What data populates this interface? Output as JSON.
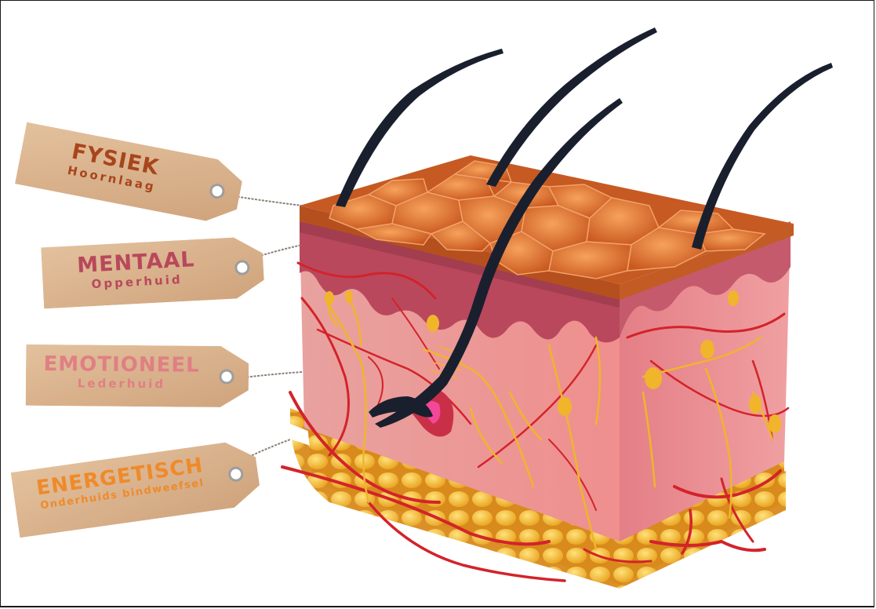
{
  "labels": [
    {
      "title": "FYSIEK",
      "subtitle": "Hoornlaag",
      "color": "#a8451c"
    },
    {
      "title": "MENTAAL",
      "subtitle": "Opperhuid",
      "color": "#b8485c"
    },
    {
      "title": "EMOTIONEEL",
      "subtitle": "Lederhuid",
      "color": "#e07f84"
    },
    {
      "title": "ENERGETISCH",
      "subtitle": "Onderhuids bindweefsel",
      "color": "#ef8a2a"
    }
  ],
  "colors": {
    "tag_paper": "#d9b48f",
    "horny_layer": "#d5722e",
    "epidermis": "#b84e60",
    "dermis": "#e9949a",
    "fat": "#f4c23a",
    "blood_vessel": "#d3232a",
    "nerve": "#f0b52b",
    "hair": "#1a1f2e"
  }
}
